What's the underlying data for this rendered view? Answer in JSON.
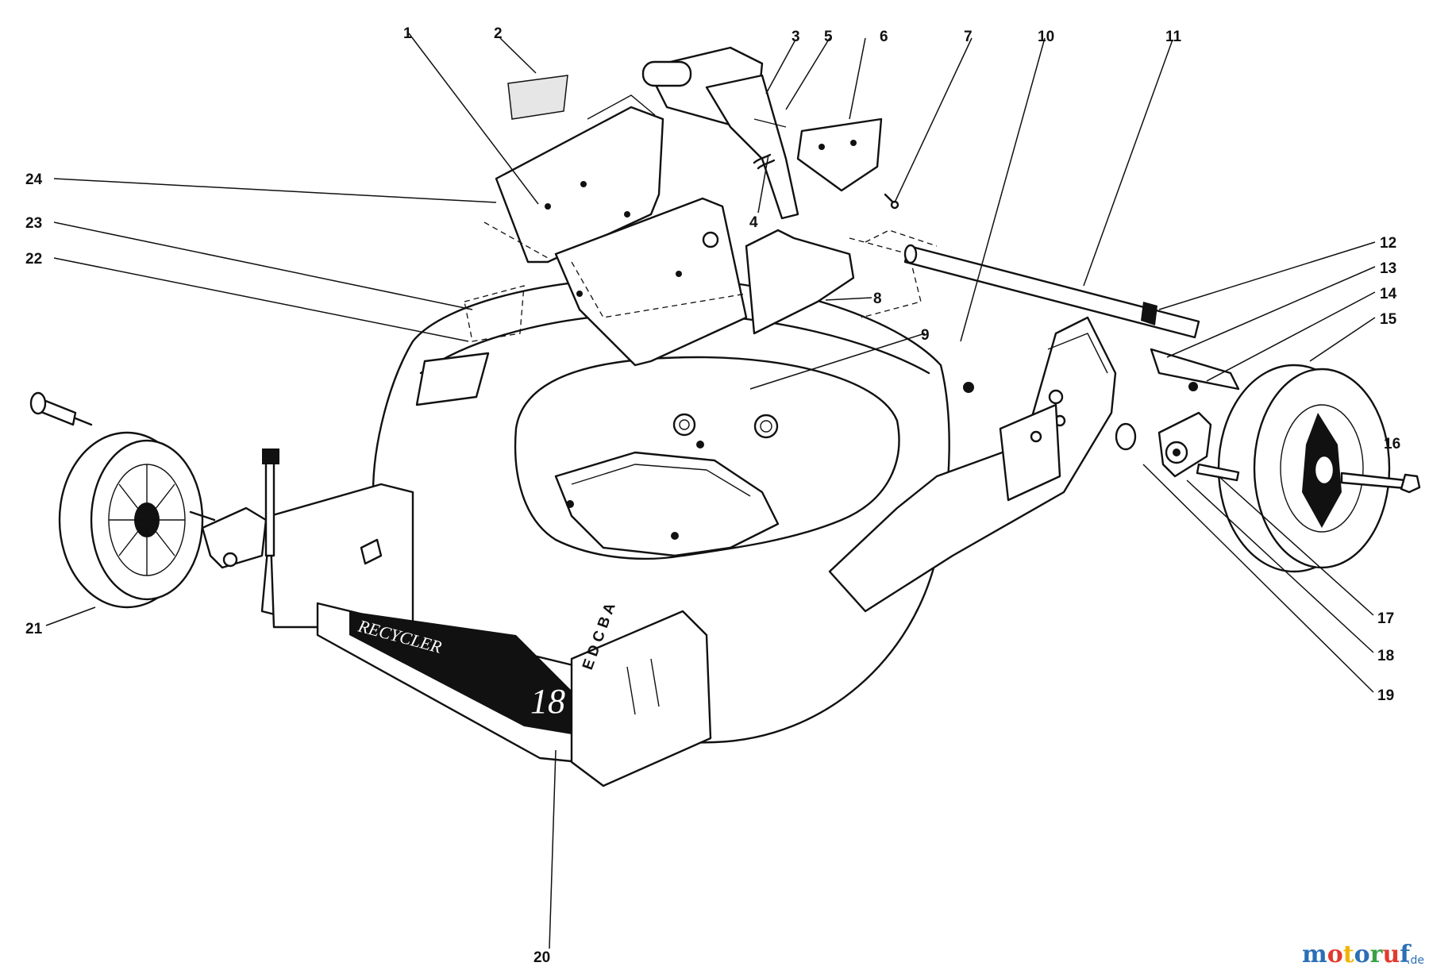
{
  "callouts": [
    {
      "n": "1"
    },
    {
      "n": "2"
    },
    {
      "n": "3"
    },
    {
      "n": "5"
    },
    {
      "n": "6"
    },
    {
      "n": "7"
    },
    {
      "n": "10"
    },
    {
      "n": "11"
    },
    {
      "n": "4"
    },
    {
      "n": "24"
    },
    {
      "n": "23"
    },
    {
      "n": "22"
    },
    {
      "n": "8"
    },
    {
      "n": "9"
    },
    {
      "n": "12"
    },
    {
      "n": "13"
    },
    {
      "n": "14"
    },
    {
      "n": "15"
    },
    {
      "n": "16"
    },
    {
      "n": "17"
    },
    {
      "n": "18"
    },
    {
      "n": "19"
    },
    {
      "n": "21"
    },
    {
      "n": "20"
    }
  ],
  "decal": {
    "model_text": "RECYCLER",
    "size_text": "18"
  },
  "height_marks": "E D C B A",
  "watermark": {
    "brand": "motoruf",
    "suffix": ".de",
    "colors": [
      "#2b6fb6",
      "#e23a2e",
      "#f2b400",
      "#2b6fb6",
      "#3aa146",
      "#e23a2e",
      "#2b6fb6"
    ]
  }
}
